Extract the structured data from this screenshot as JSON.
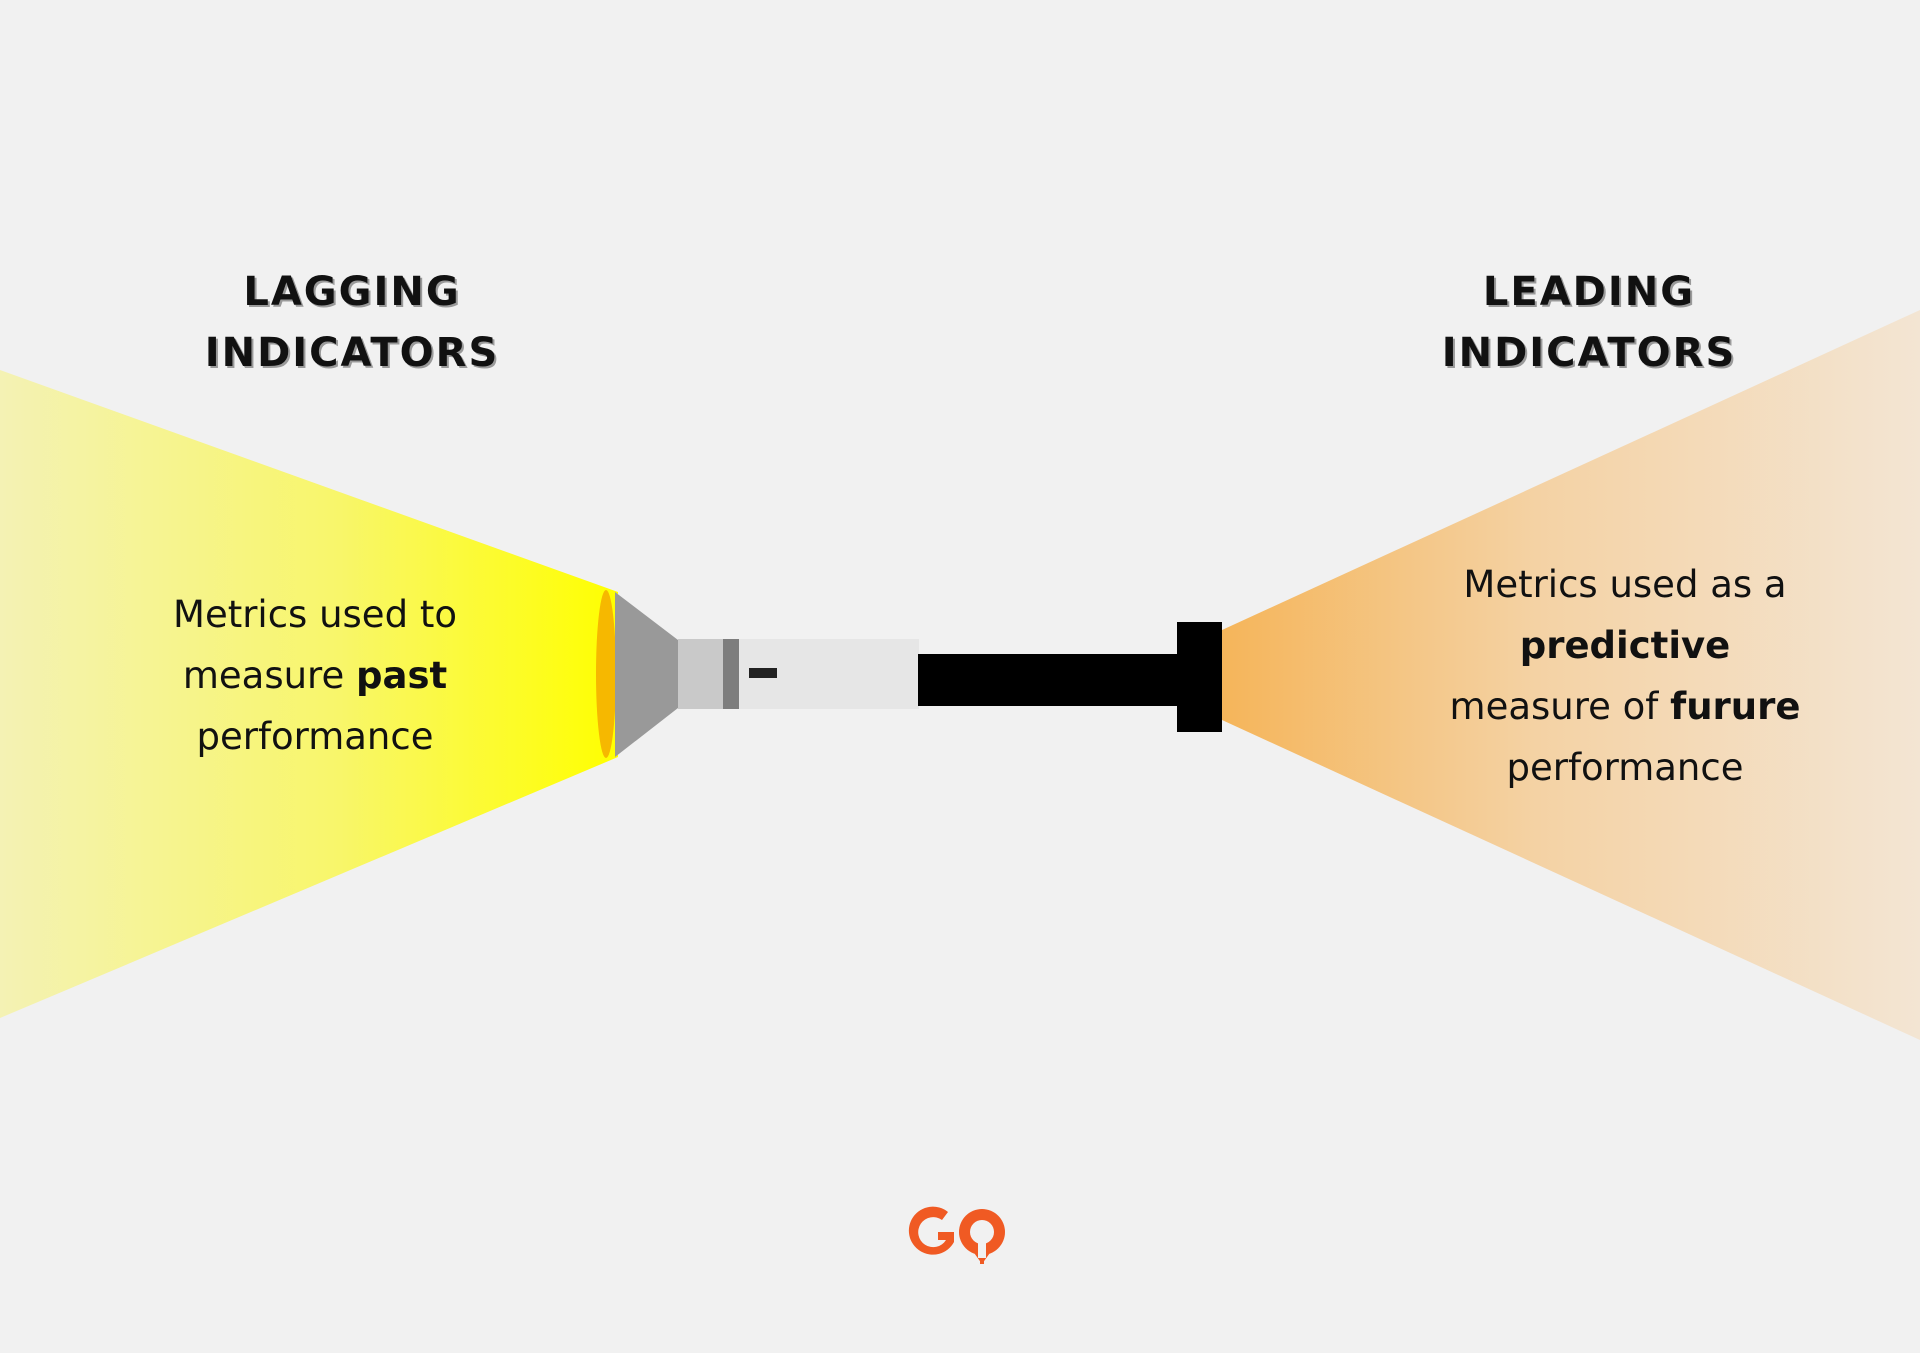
{
  "lagging": {
    "title_line1": "LAGGING",
    "title_line2": "INDICATORS",
    "desc_line1": "Metrics used to",
    "desc_line2_pre": "measure ",
    "desc_line2_bold": "past",
    "desc_line3": "performance"
  },
  "leading": {
    "title_line1": "LEADING",
    "title_line2": "INDICATORS",
    "desc_line1": "Metrics used as a",
    "desc_line2_bold": "predictive",
    "desc_line3_pre": "measure of ",
    "desc_line3_bold": "furure",
    "desc_line4": "performance"
  },
  "colors": {
    "background": "#f1f1f1",
    "left_beam": "#ffff00",
    "right_beam": "#f5b55a",
    "brand": "#f05a23",
    "handle": "#000000"
  },
  "icons": {
    "illustration": "flashlight-icon",
    "logo": "brand-logo-icon"
  }
}
